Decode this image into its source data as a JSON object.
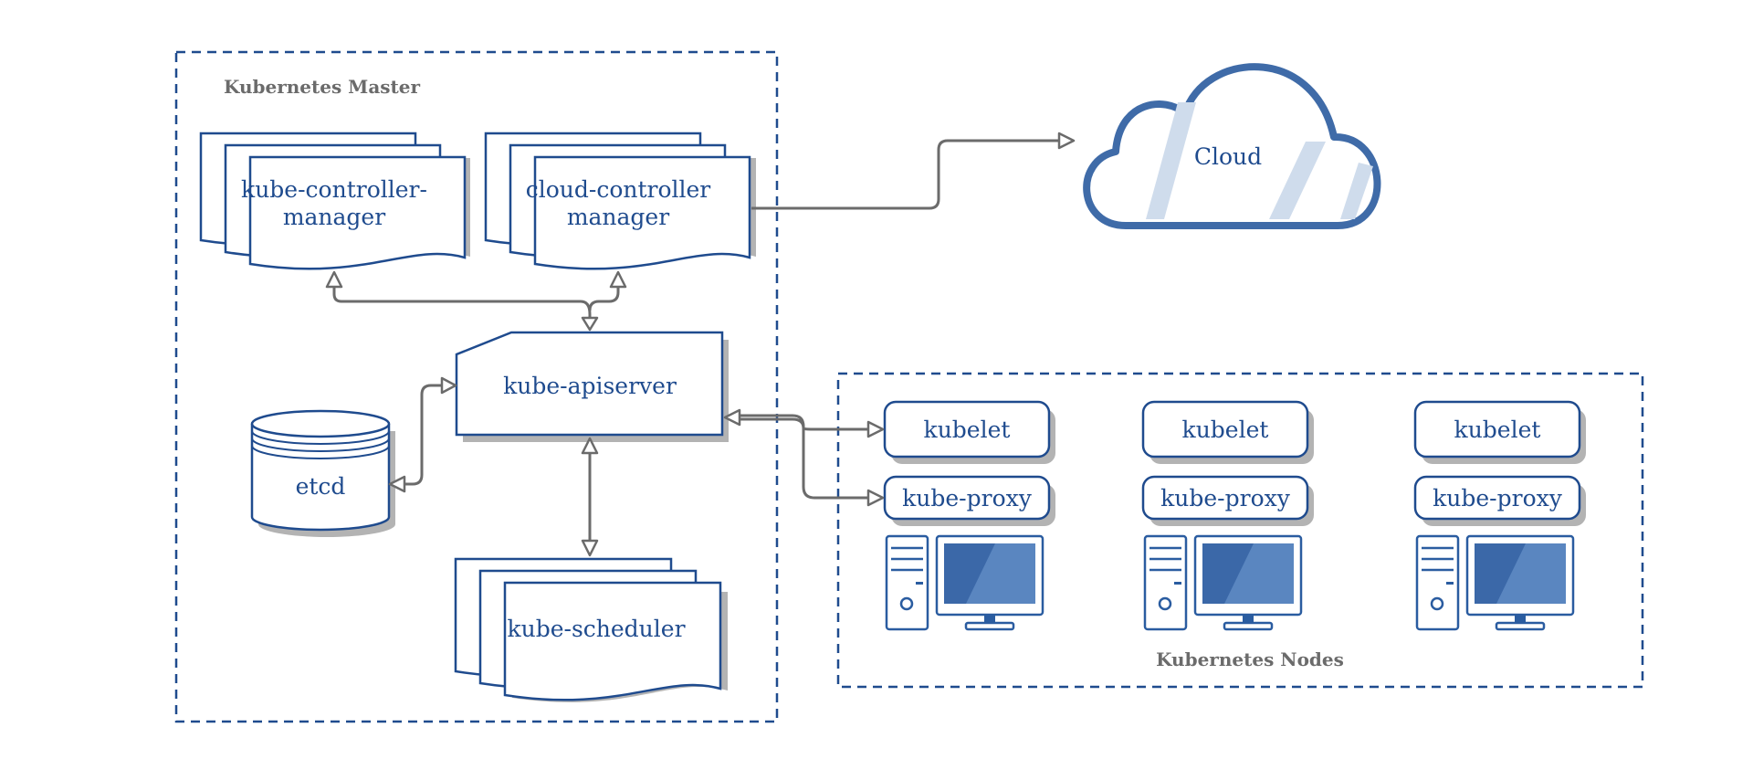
{
  "master": {
    "title": "Kubernetes Master",
    "kube_controller_manager": {
      "line1": "kube-controller-",
      "line2": "manager"
    },
    "cloud_controller_manager": {
      "line1": "cloud-controller",
      "line2": "manager"
    },
    "kube_apiserver": "kube-apiserver",
    "etcd": "etcd",
    "kube_scheduler": "kube-scheduler"
  },
  "cloud": {
    "label": "Cloud"
  },
  "nodes": {
    "title": "Kubernetes Nodes",
    "items": [
      {
        "kubelet": "kubelet",
        "proxy": "kube-proxy"
      },
      {
        "kubelet": "kubelet",
        "proxy": "kube-proxy"
      },
      {
        "kubelet": "kubelet",
        "proxy": "kube-proxy"
      }
    ]
  },
  "colors": {
    "primary": "#1f4b8e",
    "connector": "#6b6b6b",
    "cloud_fill": "#cfdcec",
    "shadow": "#b3b3b3"
  }
}
